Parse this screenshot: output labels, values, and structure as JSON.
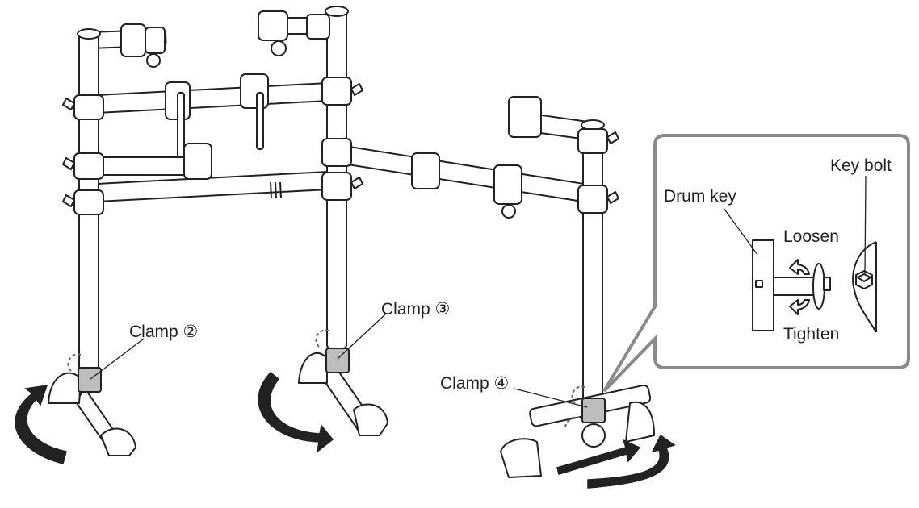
{
  "labels": {
    "clamp2": "Clamp ②",
    "clamp3": "Clamp ③",
    "clamp4": "Clamp ④",
    "key_bolt": "Key bolt",
    "drum_key": "Drum key",
    "loosen": "Loosen",
    "tighten": "Tighten"
  },
  "icons": {
    "rotate_left": "rotate-arrow-left-icon",
    "rotate_middle": "rotate-arrow-middle-icon",
    "rotate_right": "rotate-arrow-right-icon",
    "push_arrow": "push-arrow-icon",
    "loosen_arrow": "loosen-arrow-icon",
    "tighten_arrow": "tighten-arrow-icon"
  },
  "colors": {
    "clamp_highlight": "#bdbdbd",
    "callout_border": "#8a8a8a",
    "line": "#222222"
  }
}
